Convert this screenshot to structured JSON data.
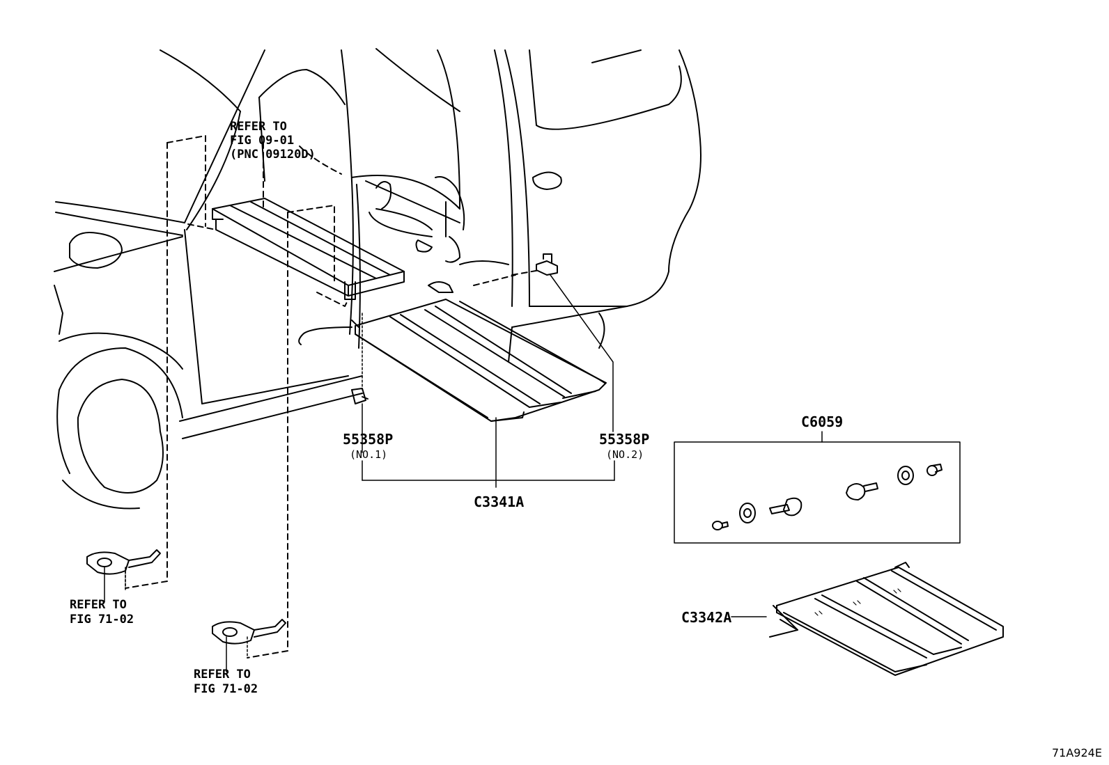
{
  "callouts": {
    "refer_fig_09_01": {
      "line1": "REFER TO",
      "line2": "FIG 09-01",
      "line3": "(PNC 09120D)"
    },
    "refer_fig_71_02_a": {
      "line1": "REFER TO",
      "line2": "FIG 71-02"
    },
    "refer_fig_71_02_b": {
      "line1": "REFER TO",
      "line2": "FIG 71-02"
    }
  },
  "parts": {
    "p55358p_no1": {
      "number": "55358P",
      "note": "(NO.1)"
    },
    "p55358p_no2": {
      "number": "55358P",
      "note": "(NO.2)"
    },
    "c3341a": {
      "number": "C3341A"
    },
    "c6059": {
      "number": "C6059"
    },
    "c3342a": {
      "number": "C3342A"
    }
  },
  "illustration_code": "71A924E"
}
